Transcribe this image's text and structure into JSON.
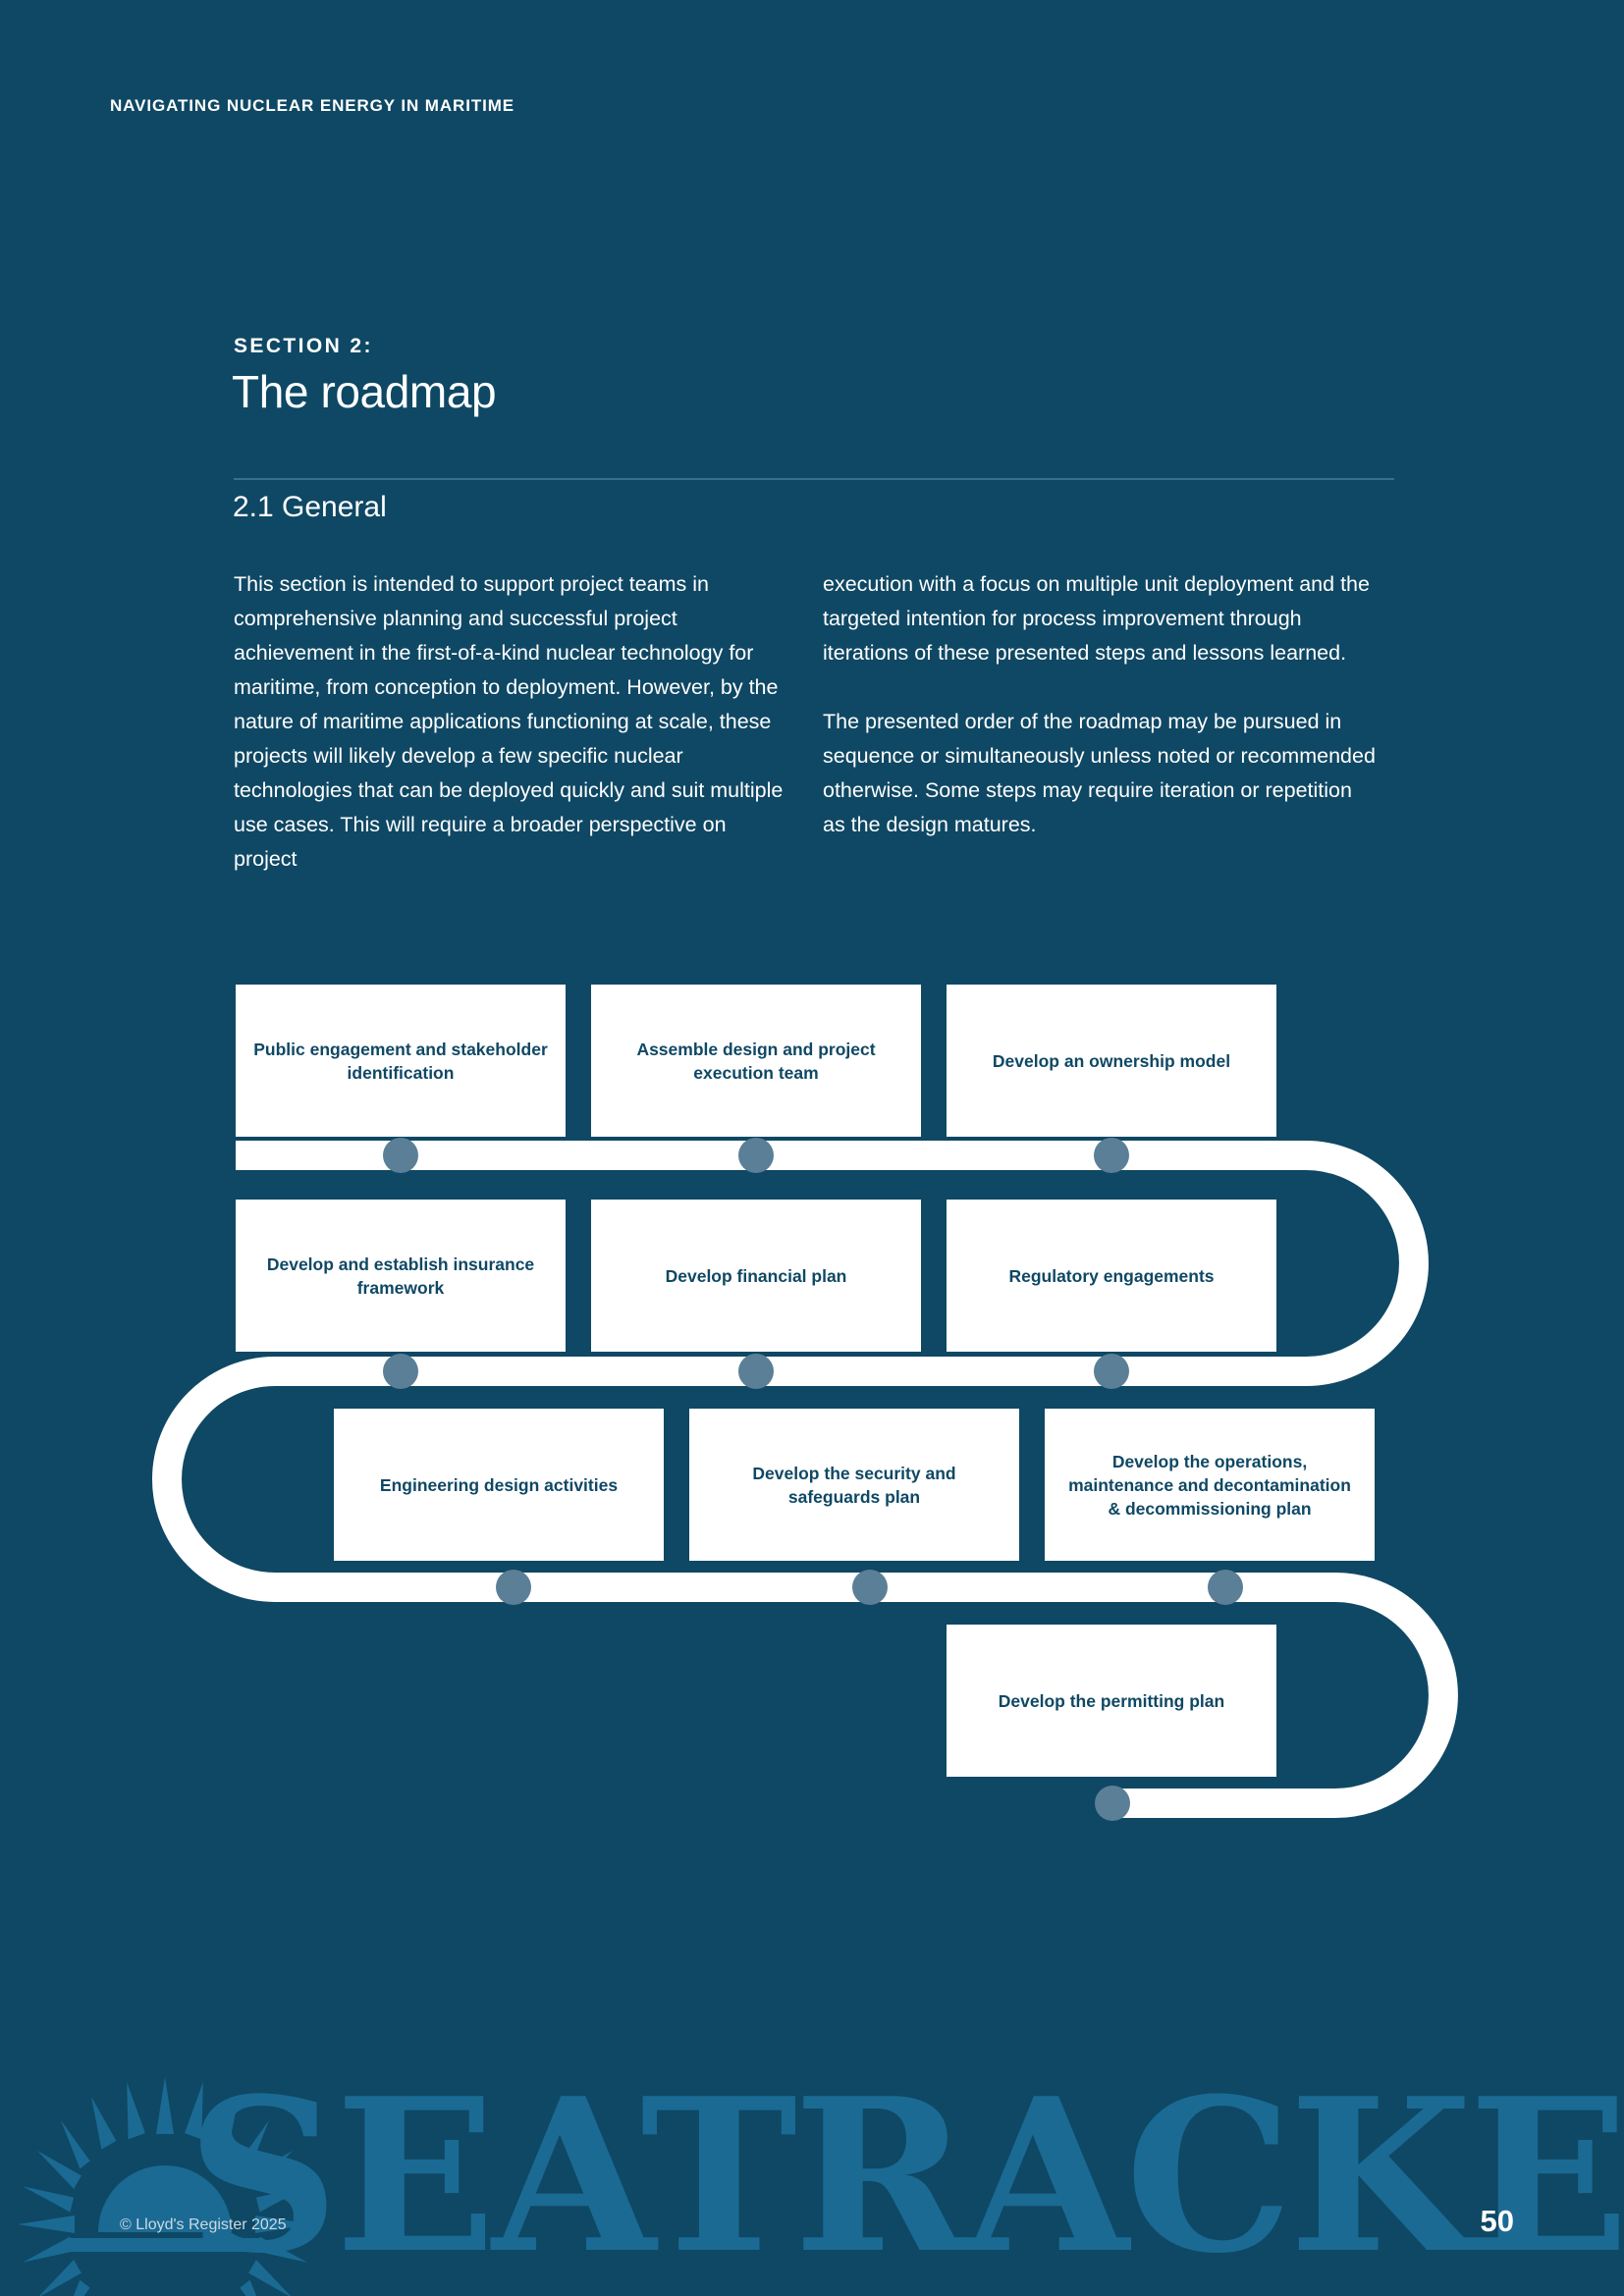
{
  "page": {
    "background_color": "#0f4864",
    "running_header": "NAVIGATING NUCLEAR ENERGY IN MARITIME",
    "page_number": "50",
    "copyright": "© Lloyd's Register 2025"
  },
  "section": {
    "label": "SECTION 2:",
    "title": "The roadmap",
    "subsection_number_title": "2.1 General"
  },
  "body": {
    "left_column": [
      "This section is intended to support project teams in comprehensive planning and successful project achievement in the first-of-a-kind nuclear technology for maritime, from conception to deployment. However, by the nature of maritime applications functioning at scale, these projects will likely develop a few specific nuclear technologies that can be deployed quickly and suit multiple use cases. This will require a broader perspective on project"
    ],
    "right_column": [
      "execution with a focus on multiple unit deployment and the targeted intention for process improvement through iterations of these presented steps and lessons learned.",
      "The presented order of the roadmap may be pursued in sequence or simultaneously unless noted or recommended otherwise. Some steps may require iteration or repetition as the design matures."
    ]
  },
  "roadmap": {
    "line_color": "#ffffff",
    "node_color": "#5a7f96",
    "box_fill": "#ffffff",
    "box_text_color": "#0f4864",
    "steps": [
      {
        "id": "step-1",
        "label": "Public engagement and stakeholder identification"
      },
      {
        "id": "step-2",
        "label": "Assemble design and project execution team"
      },
      {
        "id": "step-3",
        "label": "Develop an ownership model"
      },
      {
        "id": "step-4",
        "label": "Develop and establish insurance framework"
      },
      {
        "id": "step-5",
        "label": "Develop financial plan"
      },
      {
        "id": "step-6",
        "label": "Regulatory engagements"
      },
      {
        "id": "step-7",
        "label": "Engineering design activities"
      },
      {
        "id": "step-8",
        "label": "Develop the security and safeguards plan"
      },
      {
        "id": "step-9",
        "label": "Develop the operations, maintenance and decontamination & decommissioning plan"
      },
      {
        "id": "step-10",
        "label": "Develop the permitting plan"
      }
    ]
  },
  "watermark": {
    "text": "SEATRACKER.RU",
    "logo": "sunburst-logo",
    "color": "#1a6a94"
  }
}
